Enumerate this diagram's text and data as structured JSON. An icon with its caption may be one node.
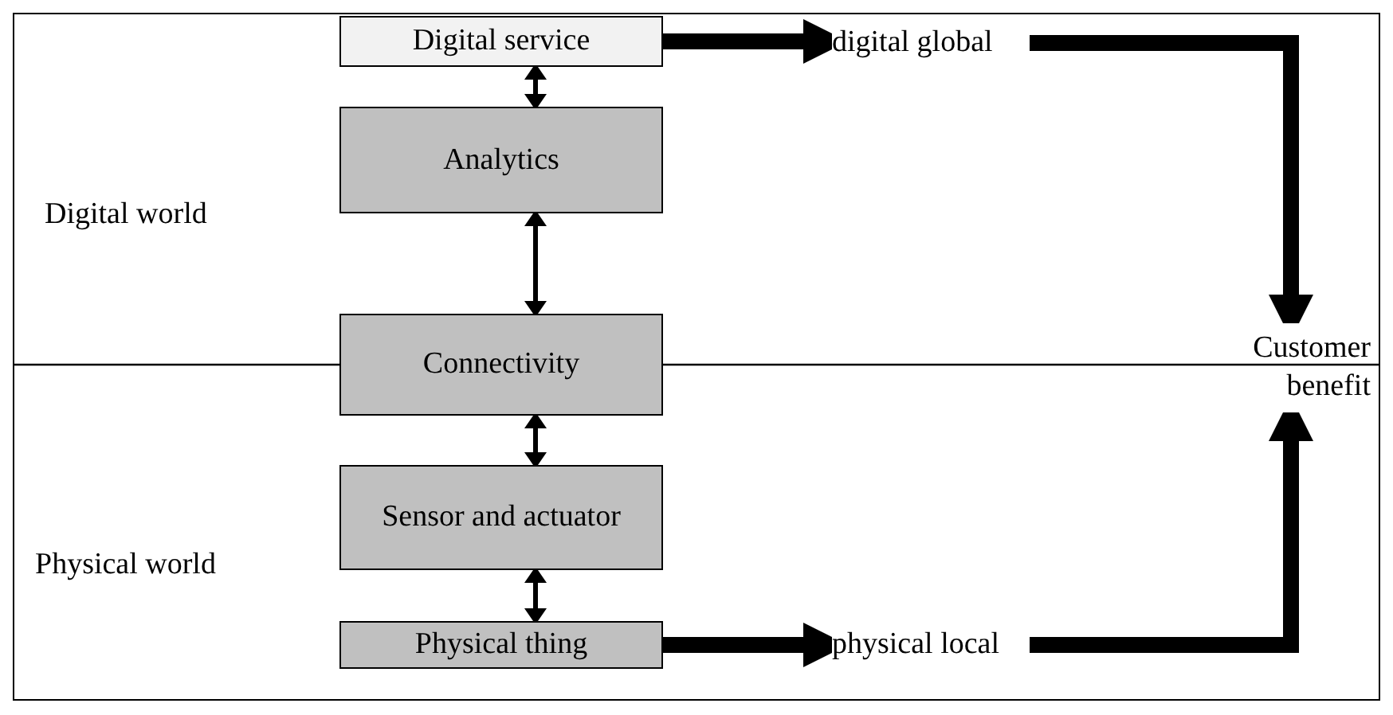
{
  "diagram": {
    "nodes": [
      {
        "text": [
          "Digital service"
        ]
      },
      {
        "text": [
          "Analytics"
        ]
      },
      {
        "text": [
          "Connectivity"
        ]
      },
      {
        "text": [
          "Sensor and actuator"
        ]
      },
      {
        "text": [
          "Physical thing"
        ]
      },
      {
        "text": [
          "digital global"
        ]
      },
      {
        "text": [
          "physical local"
        ]
      },
      {
        "text": [
          "Customer benefit"
        ]
      }
    ],
    "edges": [
      {
        "from": 0,
        "to": 1,
        "arrow": "both"
      },
      {
        "from": 1,
        "to": 2,
        "arrow": "both"
      },
      {
        "from": 2,
        "to": 3,
        "arrow": "both"
      },
      {
        "from": 3,
        "to": 4,
        "arrow": "both"
      },
      {
        "from": 0,
        "to": 5,
        "arrow": "to",
        "style": "thick"
      },
      {
        "from": 4,
        "to": 6,
        "arrow": "to",
        "style": "thick"
      },
      {
        "from": 5,
        "to": 7,
        "arrow": "to",
        "style": "thick"
      },
      {
        "from": 6,
        "to": 7,
        "arrow": "to",
        "style": "thick"
      }
    ],
    "labels": [
      "Digital world",
      "Physical world"
    ]
  }
}
